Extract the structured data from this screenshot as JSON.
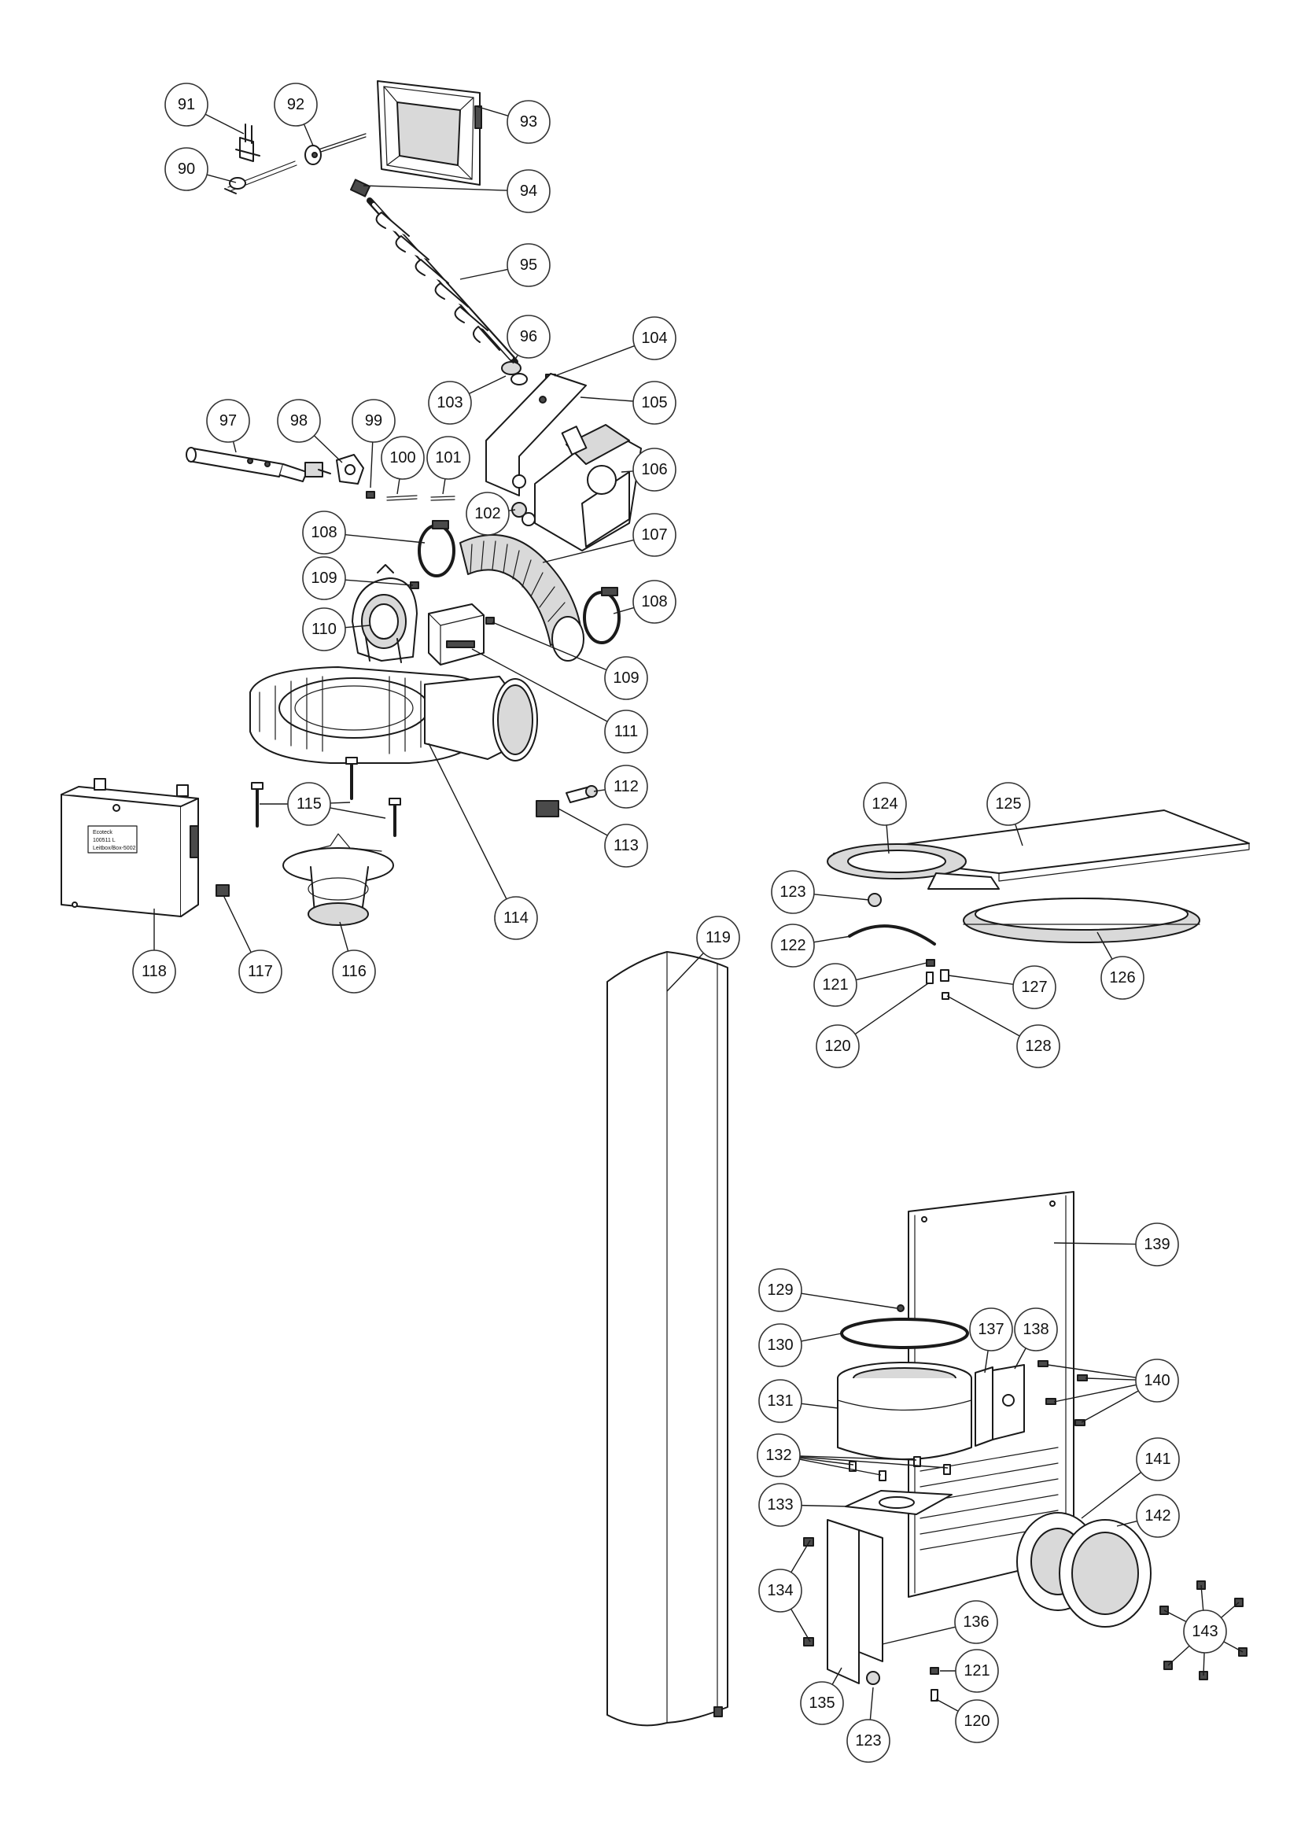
{
  "diagram": {
    "type": "exploded-parts-view",
    "callouts": [
      {
        "id": "c90",
        "label": "90"
      },
      {
        "id": "c91",
        "label": "91"
      },
      {
        "id": "c92",
        "label": "92"
      },
      {
        "id": "c93",
        "label": "93"
      },
      {
        "id": "c94",
        "label": "94"
      },
      {
        "id": "c95",
        "label": "95"
      },
      {
        "id": "c96",
        "label": "96"
      },
      {
        "id": "c97",
        "label": "97"
      },
      {
        "id": "c98",
        "label": "98"
      },
      {
        "id": "c99",
        "label": "99"
      },
      {
        "id": "c100",
        "label": "100"
      },
      {
        "id": "c101",
        "label": "101"
      },
      {
        "id": "c102",
        "label": "102"
      },
      {
        "id": "c103",
        "label": "103"
      },
      {
        "id": "c104",
        "label": "104"
      },
      {
        "id": "c105",
        "label": "105"
      },
      {
        "id": "c106",
        "label": "106"
      },
      {
        "id": "c107",
        "label": "107"
      },
      {
        "id": "c108a",
        "label": "108"
      },
      {
        "id": "c108b",
        "label": "108"
      },
      {
        "id": "c109a",
        "label": "109"
      },
      {
        "id": "c109b",
        "label": "109"
      },
      {
        "id": "c110",
        "label": "110"
      },
      {
        "id": "c111",
        "label": "111"
      },
      {
        "id": "c112",
        "label": "112"
      },
      {
        "id": "c113",
        "label": "113"
      },
      {
        "id": "c114",
        "label": "114"
      },
      {
        "id": "c115",
        "label": "115"
      },
      {
        "id": "c116",
        "label": "116"
      },
      {
        "id": "c117",
        "label": "117"
      },
      {
        "id": "c118",
        "label": "118"
      },
      {
        "id": "c119",
        "label": "119"
      },
      {
        "id": "c120a",
        "label": "120"
      },
      {
        "id": "c120b",
        "label": "120"
      },
      {
        "id": "c121a",
        "label": "121"
      },
      {
        "id": "c121b",
        "label": "121"
      },
      {
        "id": "c122",
        "label": "122"
      },
      {
        "id": "c123a",
        "label": "123"
      },
      {
        "id": "c123b",
        "label": "123"
      },
      {
        "id": "c124",
        "label": "124"
      },
      {
        "id": "c125",
        "label": "125"
      },
      {
        "id": "c126",
        "label": "126"
      },
      {
        "id": "c127",
        "label": "127"
      },
      {
        "id": "c128",
        "label": "128"
      },
      {
        "id": "c129",
        "label": "129"
      },
      {
        "id": "c130",
        "label": "130"
      },
      {
        "id": "c131",
        "label": "131"
      },
      {
        "id": "c132",
        "label": "132"
      },
      {
        "id": "c133",
        "label": "133"
      },
      {
        "id": "c134",
        "label": "134"
      },
      {
        "id": "c135",
        "label": "135"
      },
      {
        "id": "c136",
        "label": "136"
      },
      {
        "id": "c137",
        "label": "137"
      },
      {
        "id": "c138",
        "label": "138"
      },
      {
        "id": "c139",
        "label": "139"
      },
      {
        "id": "c140",
        "label": "140"
      },
      {
        "id": "c141",
        "label": "141"
      },
      {
        "id": "c142",
        "label": "142"
      },
      {
        "id": "c143",
        "label": "143"
      }
    ],
    "control_box_plate": [
      "Ecoteck",
      "100511 L",
      "Leitbox/Box-5002"
    ]
  }
}
